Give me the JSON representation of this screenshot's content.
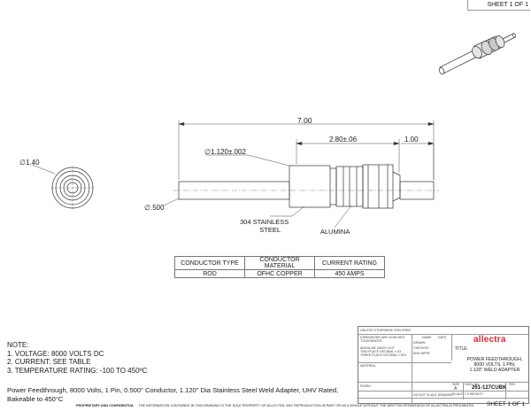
{
  "sheet": {
    "top": "SHEET 1 OF 1",
    "bottom": "SHEET 1 OF 1"
  },
  "dims": {
    "overall_length": "7.00",
    "insulator_length": "2.80±.06",
    "end_length": "1.00",
    "adapter_dia": "∅1.120±.002",
    "flange_dia": "∅1.40",
    "rod_dia": "∅.500"
  },
  "callouts": {
    "steel": "304 STAINLESS\nSTEEL",
    "steel_l1": "304 STAINLESS",
    "steel_l2": "STEEL",
    "alumina": "ALUMINA"
  },
  "spec_table": {
    "headers": [
      "CONDUCTOR TYPE",
      "CONDUCTOR MATERIAL",
      "CURRENT RATING"
    ],
    "row": [
      "ROD",
      "OFHC COPPER",
      "450 AMPS"
    ]
  },
  "notes": {
    "title": "NOTE:",
    "items": [
      "1.  VOLTAGE:  8000 VOLTS DC",
      "2.  CURRENT: SEE TABLE",
      "3.  TEMPERATURE  RATING:  -100 TO 450ºC"
    ]
  },
  "description": "Power Feedthrough, 8000 Volts, 1 Pin, 0.500\" Conductor, 1.120\" Dia Stainless Steel Weld Adapter, UHV Rated, Bakeable to 450°C",
  "title_block": {
    "unless": "UNLESS OTHERWISE SPECIFIED:",
    "dims_in": "DIMENSIONS ARE IN INCHES",
    "tolerances": "TOLERANCES:",
    "angular": "ANGULAR: MACH ±1/2°",
    "two_place": "TWO PLACE DECIMAL  ±.03",
    "three_place": "THREE PLACE DECIMAL  ±.010",
    "material": "MATERIAL",
    "finish": "FINISH",
    "do_not_scale": "DO NOT SCALE DRAWING",
    "name": "NAME",
    "date": "DATE",
    "drawn": "DRAWN",
    "checked": "CHECKED",
    "eng_appr": "ENG APPR.",
    "logo": "allectra",
    "title_label": "TITLE:",
    "title_lines": [
      "POWER FEEDTHROUGH,",
      "8000 VOLTS, 1 PIN,",
      "1.120\" WELD ADAPTER"
    ],
    "size": "SIZE",
    "size_val": "A",
    "dwg_no": "DWG. NO.",
    "part_no": "261-127CUBK",
    "rev": "REV",
    "scale": "SCALE: 1:2   WEIGHT:"
  },
  "footer": {
    "label": "PROPRIETARY AND CONFIDENTIAL",
    "text": "THE INFORMATION CONTAINED IN THIS DRAWING IS THE SOLE PROPERTY OF ALLECTRA.  ANY REPRODUCTION IN PART OR AS A WHOLE WITHOUT THE WRITTEN PERMISSION OF ALLECTRA IS PROHIBITED."
  }
}
